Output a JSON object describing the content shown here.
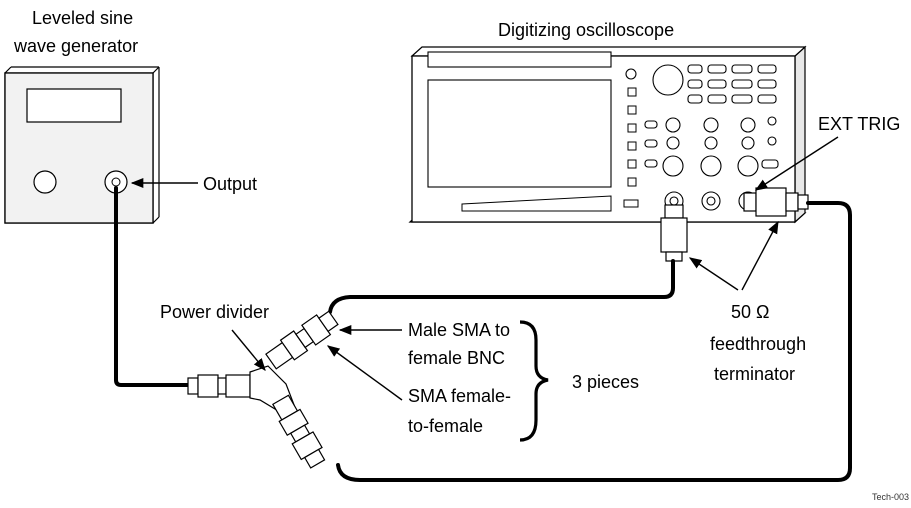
{
  "generator": {
    "title_line1": "Leveled sine",
    "title_line2": "wave generator",
    "output_label": "Output"
  },
  "oscilloscope": {
    "title": "Digitizing oscilloscope",
    "ext_trig_label": "EXT TRIG"
  },
  "terminator": {
    "line1": "50 Ω",
    "line2": "feedthrough",
    "line3": "terminator"
  },
  "power_divider": {
    "label": "Power divider"
  },
  "adapters": {
    "sma_bnc_line1": "Male SMA to",
    "sma_bnc_line2": "female BNC",
    "sma_ff_line1": "SMA female-",
    "sma_ff_line2": "to-female",
    "count_label": "3 pieces"
  },
  "figure_id": "Tech-003"
}
